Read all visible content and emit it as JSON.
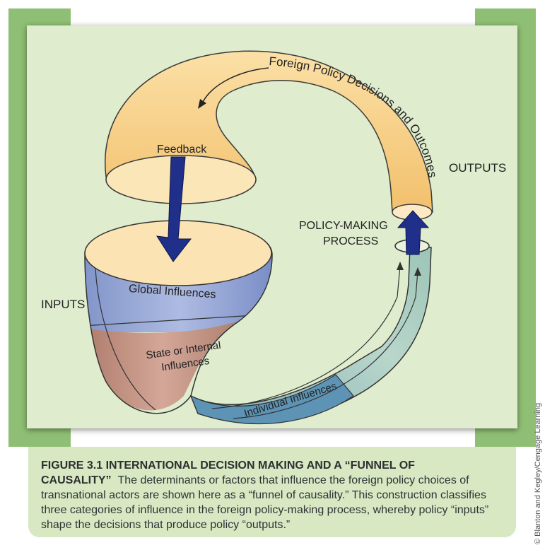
{
  "diagram": {
    "decisions_label": "Foreign Policy Decisions and Outcomes",
    "feedback_label": "Feedback",
    "outputs_label": "OUTPUTS",
    "policy_making_line1": "POLICY-MAKING",
    "policy_making_line2": "PROCESS",
    "inputs_label": "INPUTS",
    "global_label": "Global Influences",
    "state_line1": "State or Internal",
    "state_line2": "Influences",
    "individual_label": "Individual Influences",
    "colors": {
      "frame": "#8fbf74",
      "panel": "#dfeccd",
      "tube_yellow": "#f6cf86",
      "global_blue": "#8d9fd0",
      "state_brown": "#b8887a",
      "individual_blue": "#5d93b4",
      "tube_green": "#a8cbbf",
      "arrow_navy": "#1f2f8a"
    }
  },
  "caption": {
    "figure_heading": "FIGURE 3.1     INTERNATIONAL DECISION MAKING AND A “FUNNEL OF CAUSALITY”",
    "body": "The determinants or factors that influence the foreign policy choices of transnational actors are shown here as a “funnel of causality.” This construction classifies three categories of influence in the foreign policy-making process, whereby policy “inputs” shape the decisions that produce policy “outputs.”"
  },
  "credit": "© Blanton and Kegley/Cengage Learning"
}
